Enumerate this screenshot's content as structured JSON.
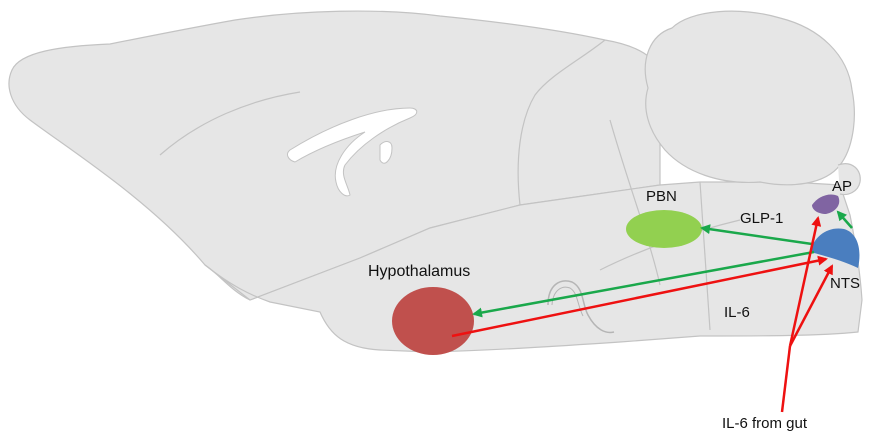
{
  "labels": {
    "hypothalamus": "Hypothalamus",
    "pbn": "PBN",
    "glp1": "GLP-1",
    "il6": "IL-6",
    "ap": "AP",
    "nts": "NTS",
    "il6_gut": "IL-6 from gut"
  },
  "colors": {
    "brain_fill": "#e6e6e6",
    "brain_stroke": "#c3c3c3",
    "hypothalamus": "#c0504d",
    "pbn": "#92d050",
    "nts": "#4a7ebf",
    "ap": "#8064a2",
    "glp1_arrow": "#1aa84b",
    "il6_arrow": "#ee1111"
  }
}
